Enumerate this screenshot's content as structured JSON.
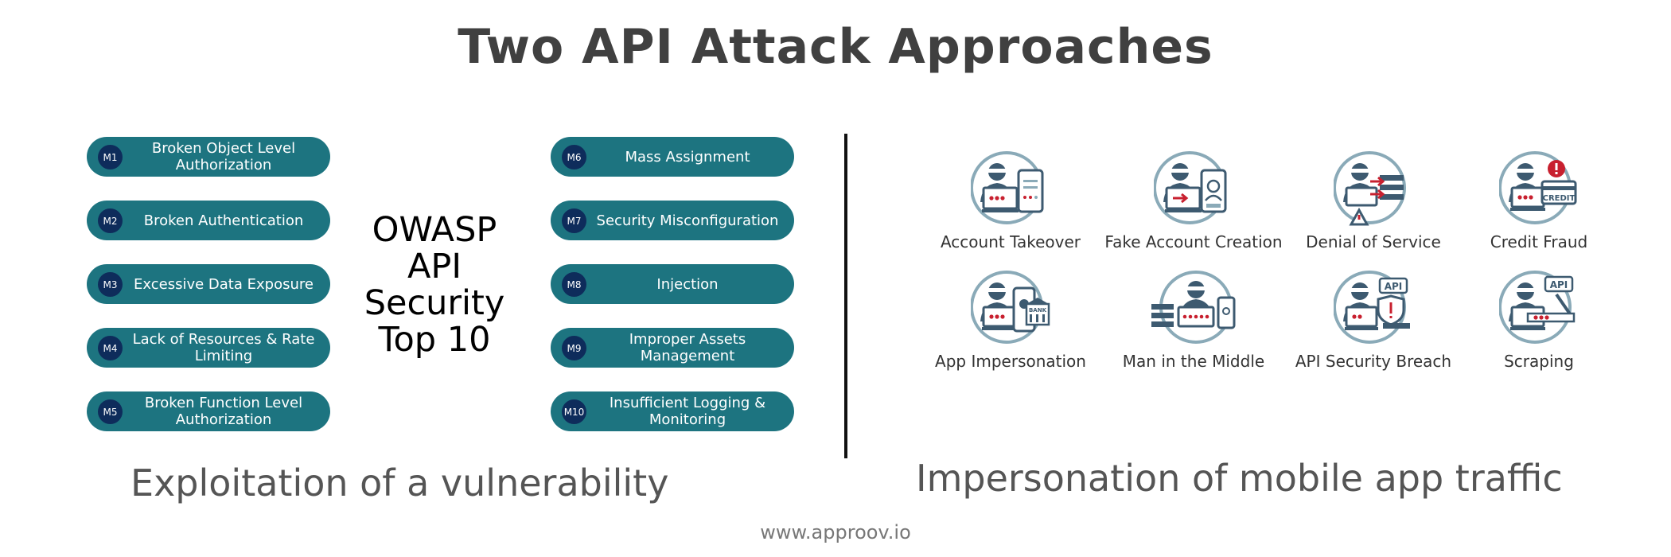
{
  "title": "Two API Attack Approaches",
  "owasp": {
    "lines": [
      "OWASP",
      "API",
      "Security",
      "Top 10"
    ],
    "left_items": [
      {
        "badge": "M1",
        "label": "Broken Object Level Authorization"
      },
      {
        "badge": "M2",
        "label": "Broken Authentication"
      },
      {
        "badge": "M3",
        "label": "Excessive Data Exposure"
      },
      {
        "badge": "M4",
        "label": "Lack of Resources & Rate Limiting"
      },
      {
        "badge": "M5",
        "label": "Broken Function Level Authorization"
      }
    ],
    "right_items": [
      {
        "badge": "M6",
        "label": "Mass Assignment"
      },
      {
        "badge": "M7",
        "label": "Security Misconfiguration"
      },
      {
        "badge": "M8",
        "label": "Injection"
      },
      {
        "badge": "M9",
        "label": "Improper Assets Management"
      },
      {
        "badge": "M10",
        "label": "Insufficient Logging & Monitoring"
      }
    ]
  },
  "attacks": [
    {
      "label": "Account Takeover",
      "icon": "account-takeover-icon"
    },
    {
      "label": "Fake Account Creation",
      "icon": "fake-account-creation-icon"
    },
    {
      "label": "Denial of Service",
      "icon": "denial-of-service-icon"
    },
    {
      "label": "Credit Fraud",
      "icon": "credit-fraud-icon",
      "icon_text": "CREDIT"
    },
    {
      "label": "App Impersonation",
      "icon": "app-impersonation-icon",
      "icon_text": "BANK"
    },
    {
      "label": "Man in the Middle",
      "icon": "man-in-the-middle-icon"
    },
    {
      "label": "API Security Breach",
      "icon": "api-security-breach-icon",
      "icon_text": "API"
    },
    {
      "label": "Scraping",
      "icon": "scraping-icon",
      "icon_text": "API"
    }
  ],
  "captions": {
    "left": "Exploitation of a vulnerability",
    "right": "Impersonation of mobile app traffic"
  },
  "footer": "www.approov.io",
  "colors": {
    "pill": "#1d7480",
    "badge": "#0e2c5b",
    "icon_ring": "#8aaab8",
    "icon_figure": "#3d5a70",
    "accent_red": "#c8202f"
  }
}
